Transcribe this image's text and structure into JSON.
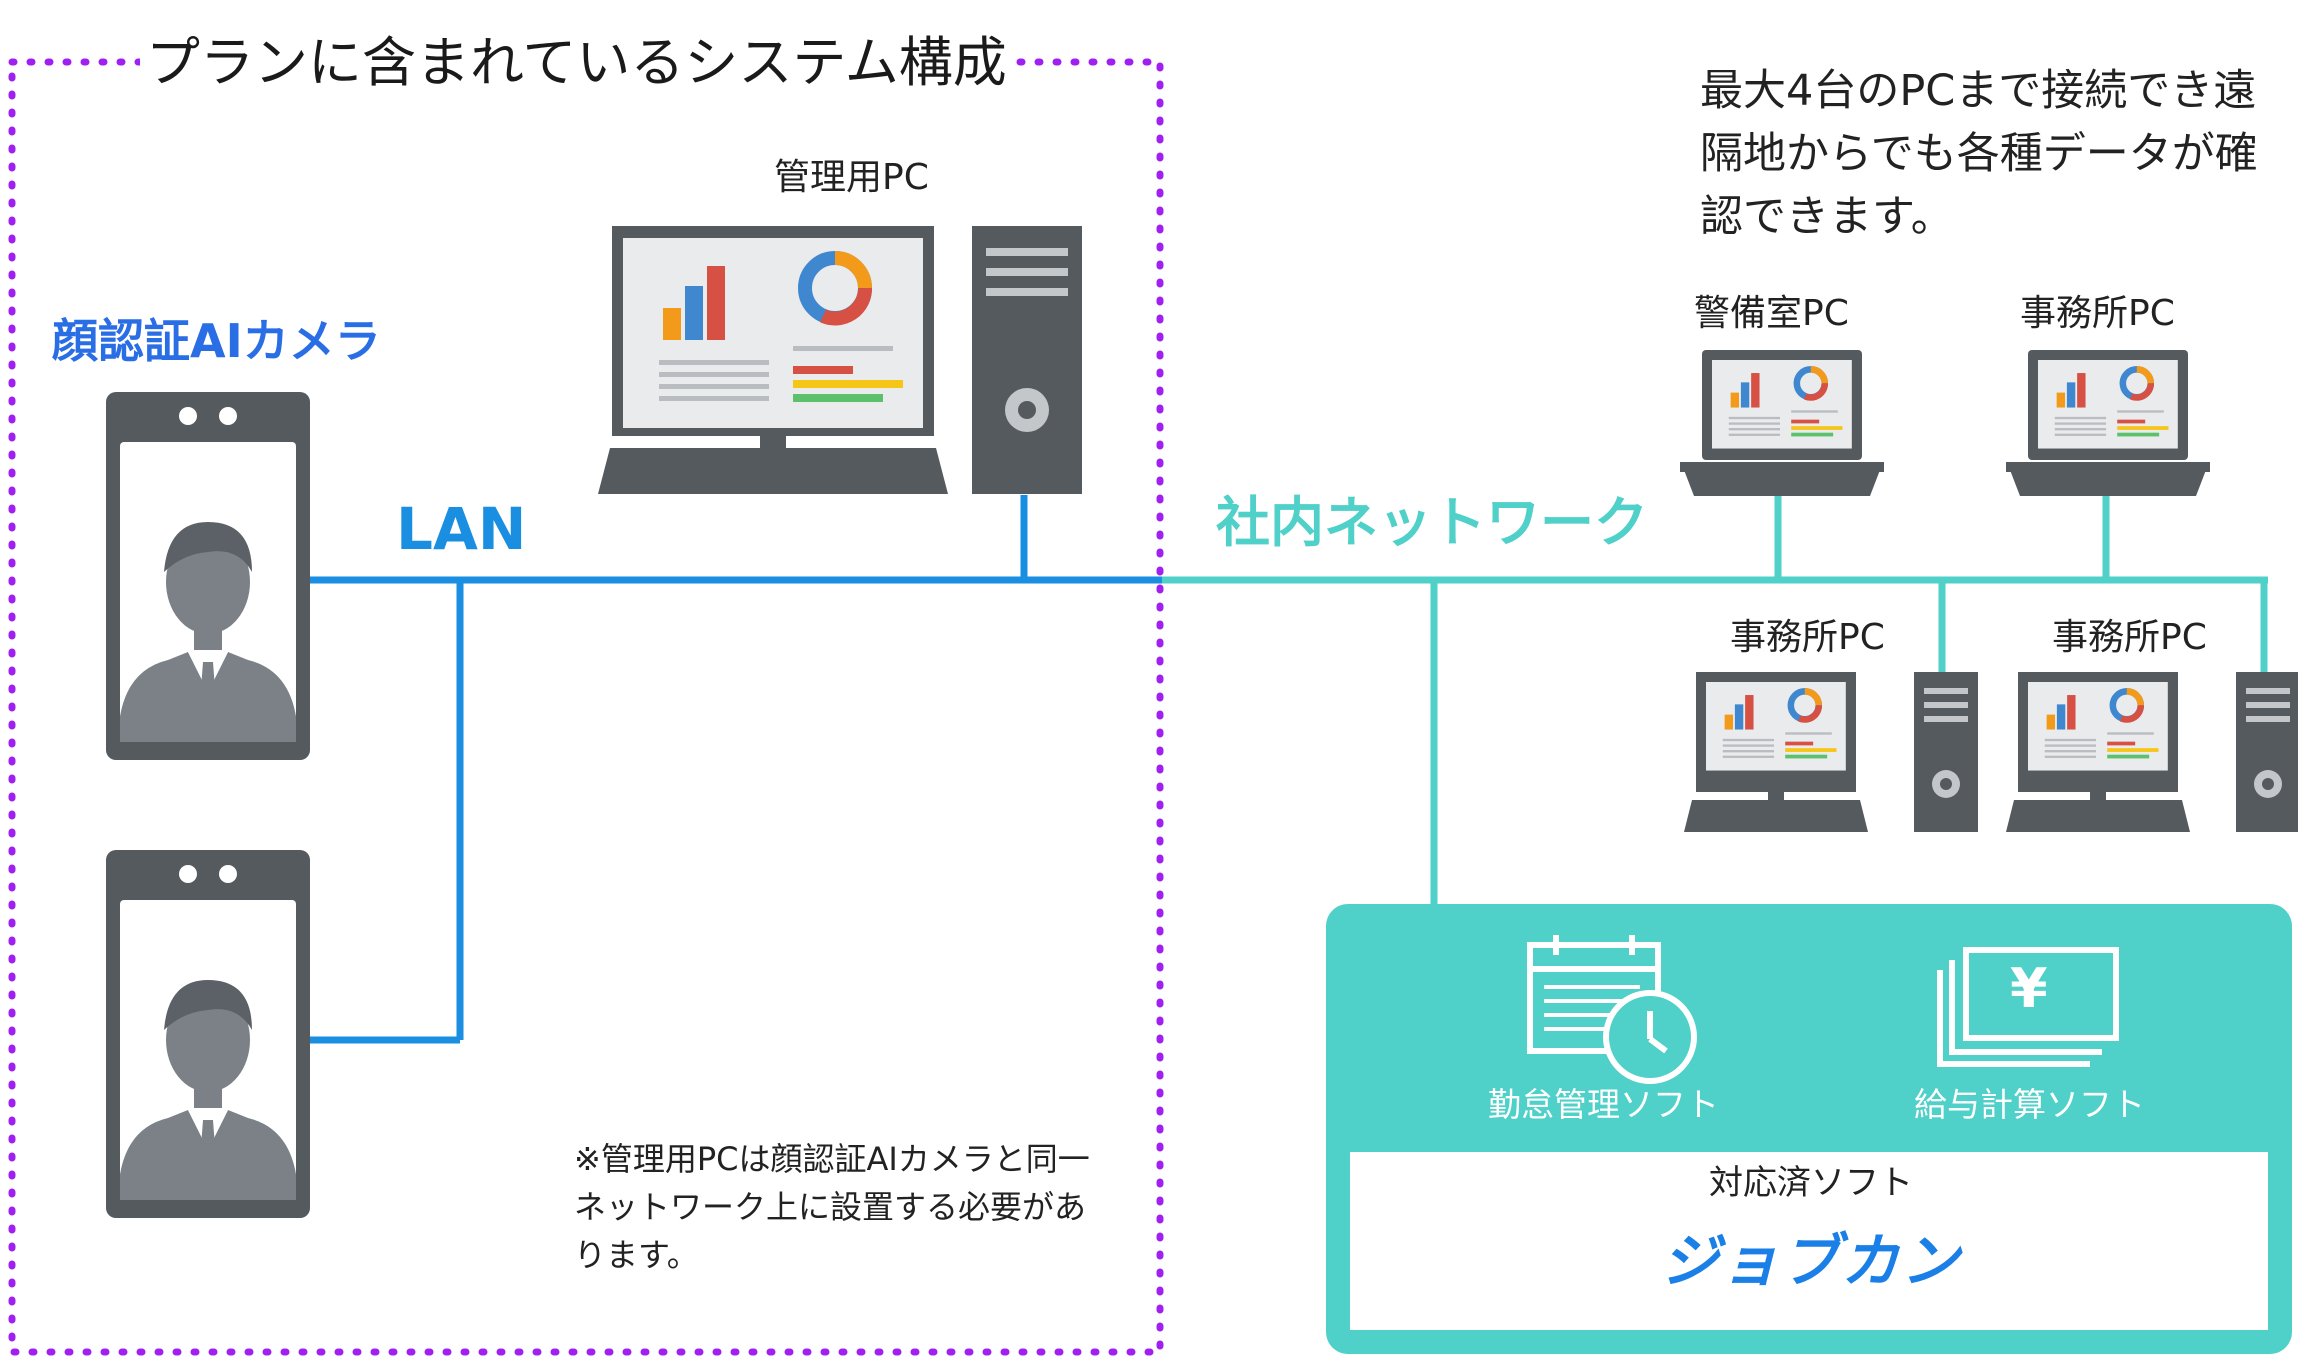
{
  "title": "プランに含まれているシステム構成",
  "remote_note": "最大4台のPCまで接続でき遠隔地からでも各種データが確認できます。",
  "camera_label": "顔認証AIカメラ",
  "lan_label": "LAN",
  "network_label": "社内ネットワーク",
  "admin_pc_label": "管理用PC",
  "guard_pc_label": "警備室PC",
  "office_pc_label_1": "事務所PC",
  "office_pc_label_2": "事務所PC",
  "office_pc_label_3": "事務所PC",
  "bottom_note": "※管理用PCは顔認証AIカメラと同一ネットワーク上に設置する必要があります。",
  "attendance_soft_label": "勤怠管理ソフト",
  "payroll_soft_label": "給与計算ソフト",
  "supported_label": "対応済ソフト",
  "brand_name": "ジョブカン",
  "yen_symbol": "¥",
  "colors": {
    "lan": "#1a8ee0",
    "network": "#4fd0c8",
    "camera_label": "#2a6ee6",
    "dotted_border": "#a020f0",
    "device_dark": "#555a5e",
    "brand": "#1a7fe6"
  },
  "icons": [
    "camera-device-icon",
    "person-icon",
    "desktop-monitor-icon",
    "tower-icon",
    "laptop-icon",
    "calendar-clock-icon",
    "yen-bills-icon"
  ]
}
